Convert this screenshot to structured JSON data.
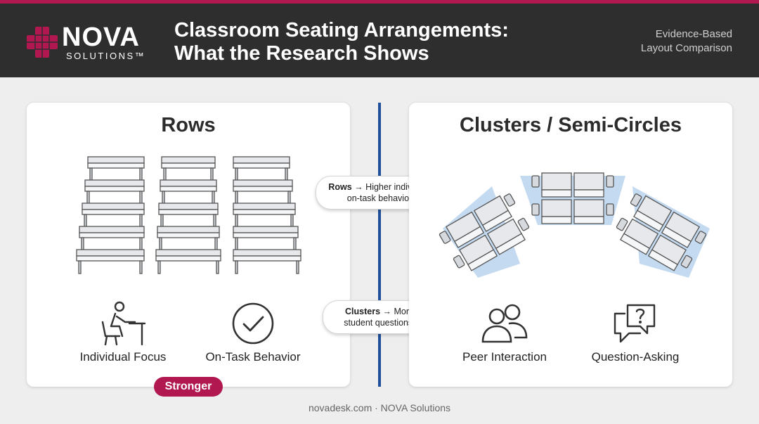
{
  "brand": {
    "logo_word": "NOVA",
    "logo_sub": "SOLUTIONS™",
    "accent_color": "#b0184f",
    "divider_color": "#1f4f9a"
  },
  "header": {
    "title_line1": "Classroom Seating Arrangements:",
    "title_line2": "What the Research Shows",
    "subtitle_line1": "Evidence-Based",
    "subtitle_line2": "Layout Comparison"
  },
  "left_panel": {
    "title": "Rows",
    "features": [
      {
        "label": "Individual Focus",
        "icon": "person-at-desk-icon"
      },
      {
        "label": "On-Task Behavior",
        "icon": "checkmark-circle-icon"
      }
    ],
    "badge": "Stronger"
  },
  "right_panel": {
    "title": "Clusters / Semi-Circles",
    "features": [
      {
        "label": "Peer Interaction",
        "icon": "two-people-icon"
      },
      {
        "label": "Question-Asking",
        "icon": "question-chat-icon"
      }
    ]
  },
  "callouts": {
    "rows_bold": "Rows",
    "rows_rest": " → Higher individual",
    "rows_line2": "on-task behavior",
    "clusters_bold": "Clusters",
    "clusters_rest": " → More",
    "clusters_line2": "student questions."
  },
  "footer": "novadesk.com · NOVA Solutions"
}
